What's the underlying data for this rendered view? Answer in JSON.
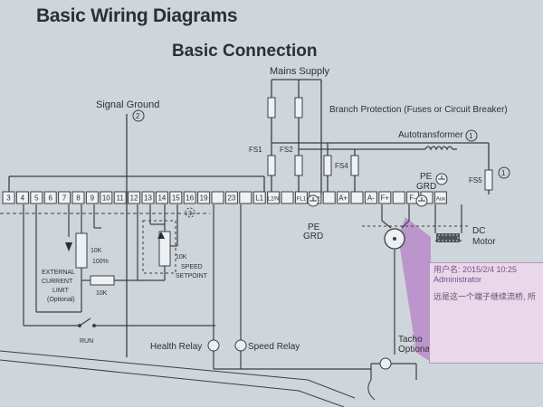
{
  "title": "Basic Wiring Diagrams",
  "subtitle": "Basic Connection",
  "labels": {
    "mains_supply": "Mains Supply",
    "branch_protection": "Branch Protection (Fuses or Circuit Breaker)",
    "autotransformer": "Autotransformer",
    "autotransformer_num": "1",
    "signal_ground": "Signal Ground",
    "signal_ground_num": "2",
    "fs1": "FS1",
    "fs2": "FS2",
    "fs4": "FS4",
    "fs5": "FS5",
    "fs5_num": "1",
    "pe_grd_top_1": "PE",
    "pe_grd_top_2": "GRD",
    "pe_grd_mid_1": "PE",
    "pe_grd_mid_2": "GRD",
    "dc_motor_1": "DC",
    "dc_motor_2": "Motor",
    "pot1_value": "10K",
    "pot1_percent": "100%",
    "ext_current_1": "EXTERNAL",
    "ext_current_2": "CURRENT",
    "ext_current_3": "LIMIT",
    "ext_current_4": "(Optional)",
    "resistor_value": "10K",
    "pot2_value": "10K",
    "speed_setpoint_1": "SPEED",
    "speed_setpoint_2": "SETPOINT",
    "circle_three": "3",
    "run": "RUN",
    "health_relay": "Health Relay",
    "speed_relay": "Speed Relay",
    "tacho_1": "Tacho",
    "tacho_2": "Optiona"
  },
  "terminals": [
    "3",
    "4",
    "5",
    "6",
    "7",
    "8",
    "9",
    "10",
    "11",
    "12",
    "13",
    "14",
    "15",
    "16",
    "19",
    "",
    "23",
    "",
    "L1",
    "L2/N",
    "",
    "FL1",
    "FL2",
    "",
    "A+",
    "",
    "A-",
    "F+",
    "",
    "F-",
    "",
    "Aux"
  ],
  "popup": {
    "header_line1": "用户名: 2015/2/4 10:25",
    "header_line2": "Administrator",
    "body_line": "远是这一个端子继续流桥, 所"
  },
  "colors": {
    "background": "#cfd6db",
    "line": "#3a3f44",
    "popup_bg": "#e8d8ea",
    "popup_border": "#b697bb",
    "highlight": "#b77fc8"
  }
}
